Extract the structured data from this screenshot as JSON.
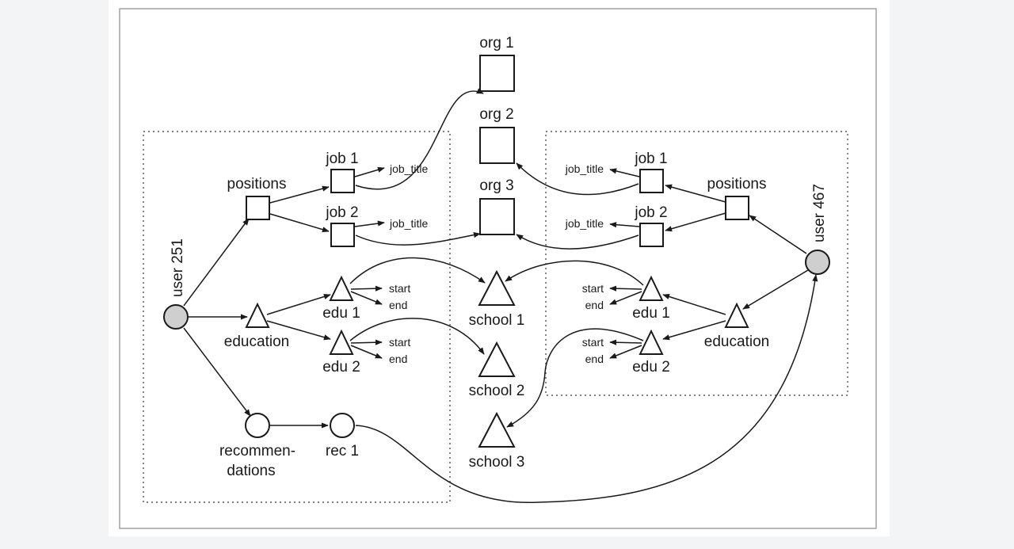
{
  "diagram": {
    "labels": {
      "user251": "user 251",
      "user467": "user 467",
      "positions_left": "positions",
      "positions_right": "positions",
      "education_left": "education",
      "education_right": "education",
      "recommendations_line1": "recommen-",
      "recommendations_line2": "dations",
      "rec1": "rec 1",
      "job1_left": "job 1",
      "job2_left": "job 2",
      "job1_right": "job 1",
      "job2_right": "job 2",
      "edu1_left": "edu 1",
      "edu2_left": "edu 2",
      "edu1_right": "edu 1",
      "edu2_right": "edu 2",
      "org1": "org 1",
      "org2": "org 2",
      "org3": "org 3",
      "school1": "school 1",
      "school2": "school 2",
      "school3": "school 3",
      "job_title_l1": "job_title",
      "job_title_l2": "job_title",
      "job_title_r1": "job_title",
      "job_title_r2": "job_title",
      "start_l1": "start",
      "end_l1": "end",
      "start_l2": "start",
      "end_l2": "end",
      "start_r1": "start",
      "end_r1": "end",
      "start_r2": "start",
      "end_r2": "end"
    },
    "colors": {
      "line": "#1a1a1a",
      "user_fill": "#cfcfcf",
      "frame": "#8a8a8a"
    }
  }
}
